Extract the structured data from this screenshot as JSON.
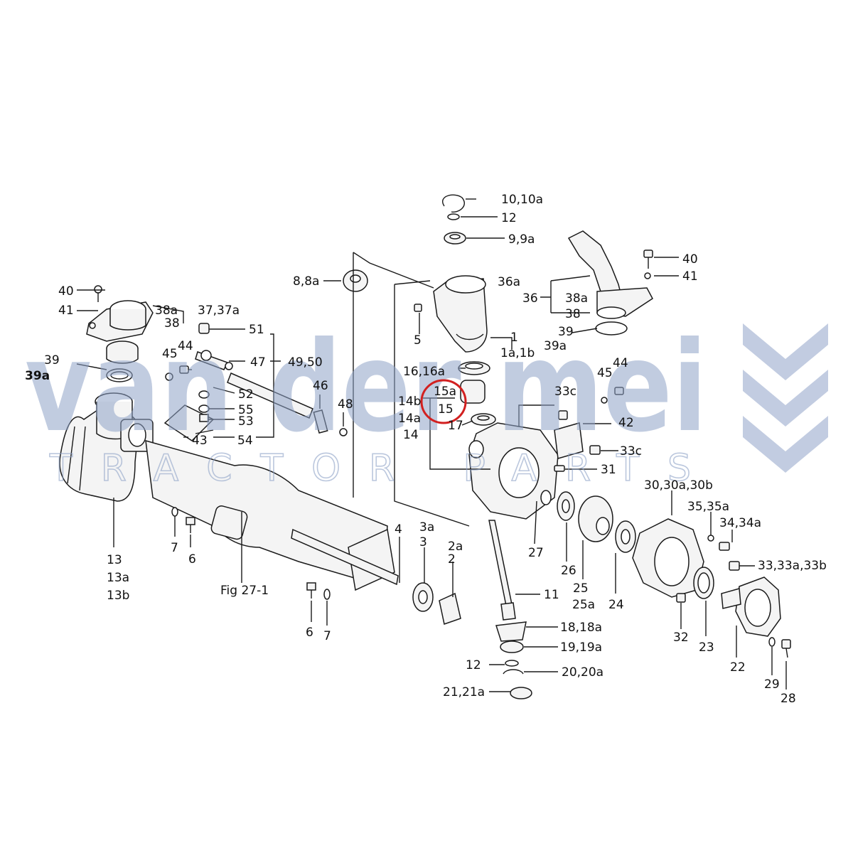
{
  "watermark": {
    "brand": "van der mei",
    "tagline": "TRACTOR PARTS",
    "color": "#8fa3c8"
  },
  "highlight_color": "#d22020",
  "figure_label": "Fig 27-1",
  "labels": {
    "l_10_10a": "10,10a",
    "l_12_top": "12",
    "l_9_9a": "9,9a",
    "l_40_right": "40",
    "l_41_right": "41",
    "l_36a": "36a",
    "l_36": "36",
    "l_38a_right": "38a",
    "l_38_right": "38",
    "l_39_right": "39",
    "l_39a_right": "39a",
    "l_8_8a": "8,8a",
    "l_5": "5",
    "l_1": "1",
    "l_1a_1b": "1a,1b",
    "l_16_16a": "16,16a",
    "l_15a": "15a",
    "l_15": "15",
    "l_14b": "14b",
    "l_14a": "14a",
    "l_14": "14",
    "l_17": "17",
    "l_33c_top": "33c",
    "l_45_right": "45",
    "l_44_right": "44",
    "l_42": "42",
    "l_33c_mid": "33c",
    "l_31": "31",
    "l_40_left": "40",
    "l_41_left": "41",
    "l_38a_left": "38a",
    "l_37_37a": "37,37a",
    "l_38_left": "38",
    "l_51": "51",
    "l_39_left": "39",
    "l_39a_left": "39a",
    "l_45_left": "45",
    "l_44_left": "44",
    "l_47": "47",
    "l_49_50": "49,50",
    "l_52": "52",
    "l_46": "46",
    "l_55": "55",
    "l_48": "48",
    "l_53": "53",
    "l_43": "43",
    "l_54": "54",
    "l_30_30a_30b": "30,30a,30b",
    "l_35_35a": "35,35a",
    "l_34_34a": "34,34a",
    "l_33_33a_33b": "33,33a,33b",
    "l_7_left": "7",
    "l_6_left": "6",
    "l_13": "13",
    "l_13a": "13a",
    "l_13b": "13b",
    "l_4": "4",
    "l_3a": "3a",
    "l_3": "3",
    "l_2a": "2a",
    "l_2": "2",
    "l_27": "27",
    "l_26": "26",
    "l_25": "25",
    "l_25a": "25a",
    "l_24": "24",
    "l_11": "11",
    "l_6_bottom": "6",
    "l_7_bottom": "7",
    "l_18_18a": "18,18a",
    "l_19_19a": "19,19a",
    "l_12_bottom": "12",
    "l_20_20a": "20,20a",
    "l_21_21a": "21,21a",
    "l_32": "32",
    "l_23": "23",
    "l_22": "22",
    "l_29": "29",
    "l_28": "28"
  }
}
